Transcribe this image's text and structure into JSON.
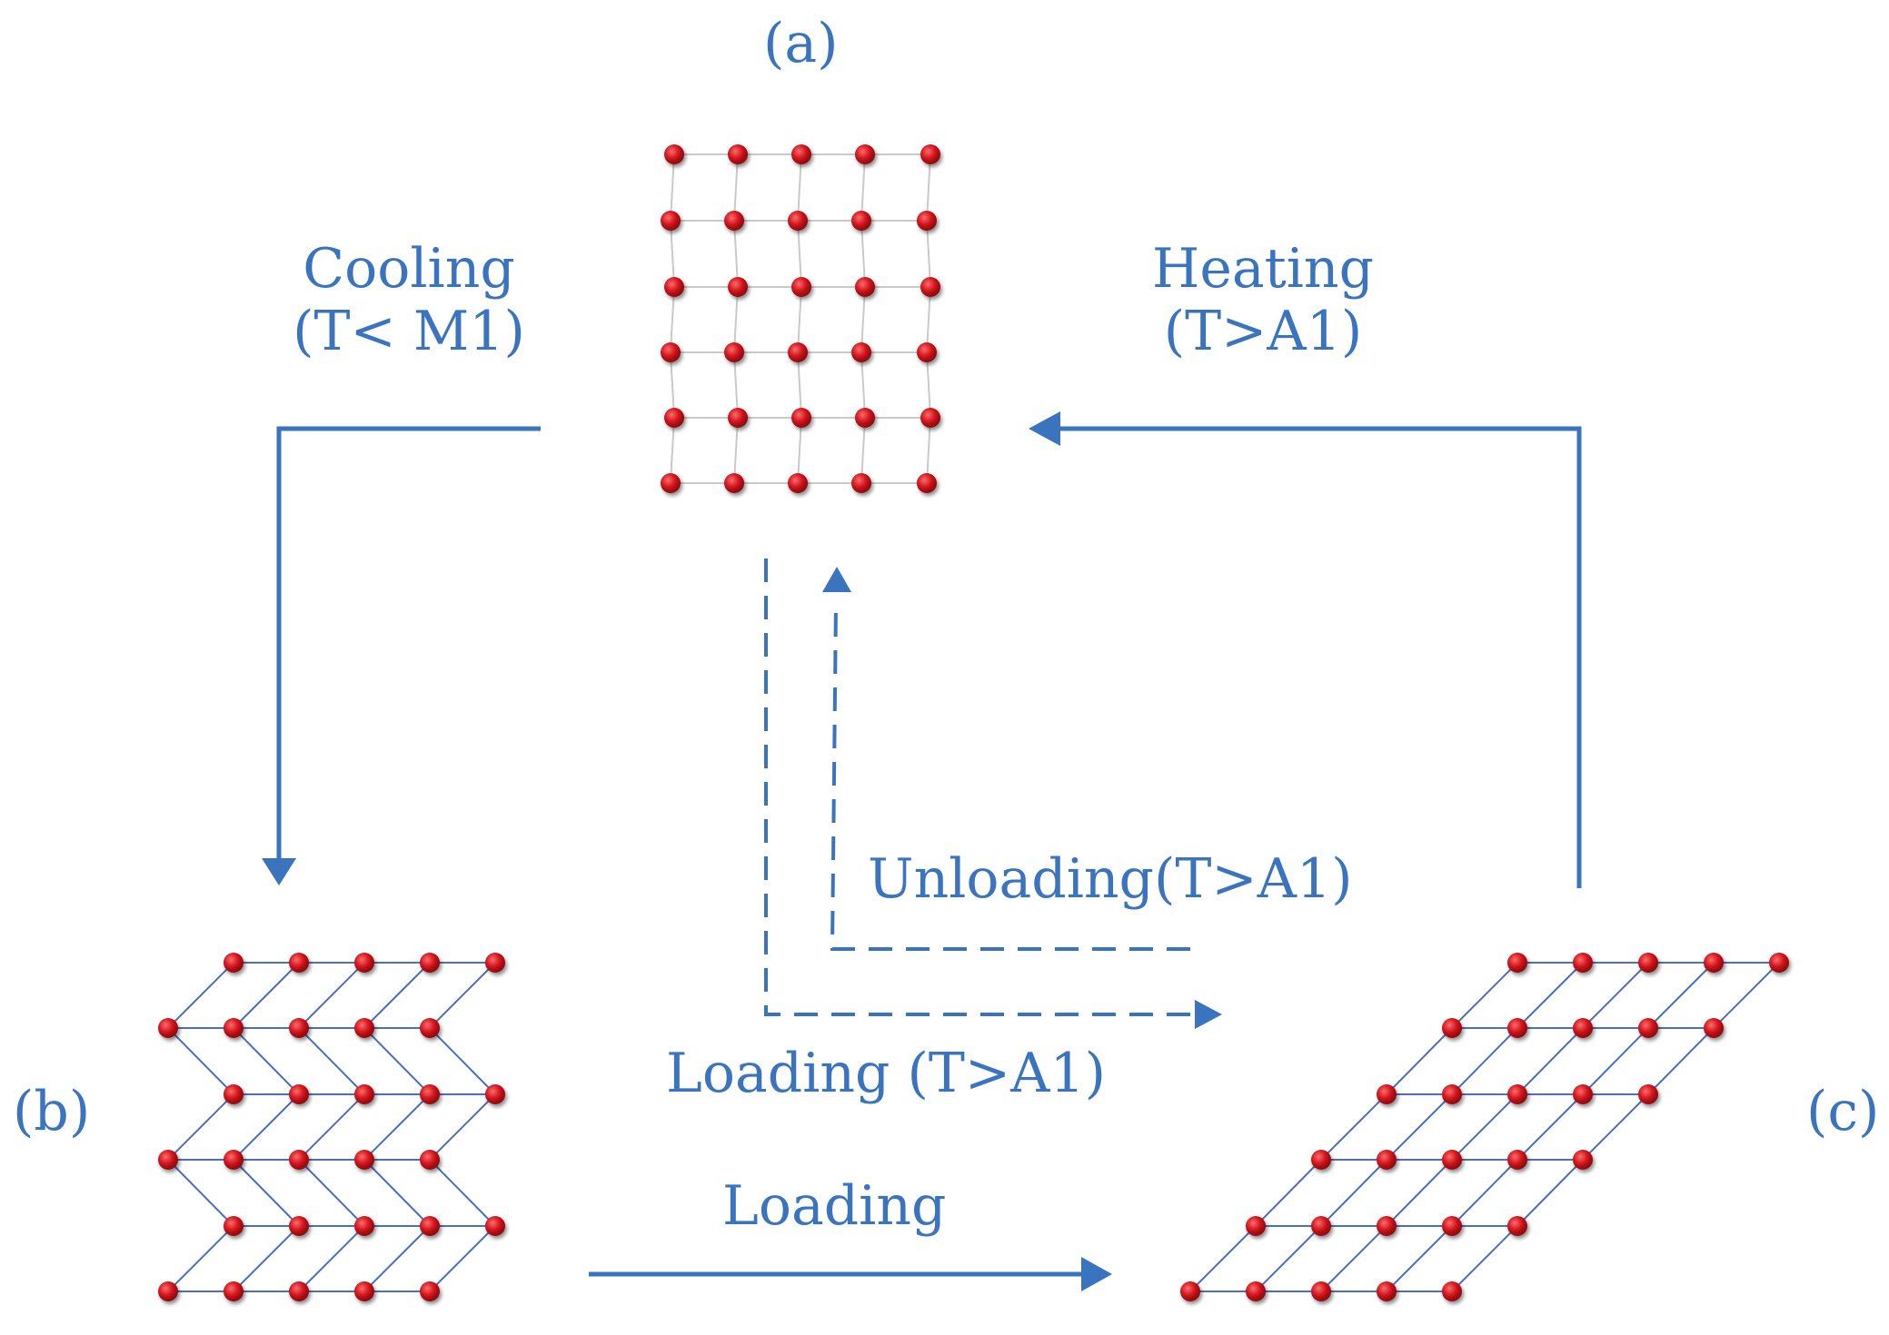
{
  "labels": {
    "state_a": "(a)",
    "state_b": "(b)",
    "state_c": "(c)",
    "cooling": "Cooling",
    "cooling_condition": "(T< M1)",
    "heating": "Heating",
    "heating_condition": "(T>A1)",
    "unloading": "Unloading(T>A1)",
    "loading_a1": "Loading (T>A1)",
    "loading": "Loading"
  },
  "colors": {
    "arrow": "#3a74bf",
    "text": "#3a74bf",
    "atom": "#d0141b",
    "bond_austenite": "#c9c9c9",
    "bond_martensite": "#4a6fc2"
  },
  "lattices": {
    "a": {
      "structure": "square-grid",
      "rows": 6,
      "cols": 5
    },
    "b": {
      "structure": "twinned-martensite",
      "rows": 6,
      "cols": 5
    },
    "c": {
      "structure": "sheared-martensite",
      "rows": 6,
      "cols": 5
    }
  },
  "arrows": [
    {
      "name": "cooling-arrow",
      "from": "a",
      "to": "b",
      "style": "solid"
    },
    {
      "name": "loading-arrow",
      "from": "b",
      "to": "c",
      "style": "solid"
    },
    {
      "name": "heating-arrow",
      "from": "c",
      "to": "a",
      "style": "solid"
    },
    {
      "name": "loading-a1-arrow",
      "from": "a",
      "to": "c",
      "style": "dashed"
    },
    {
      "name": "unloading-arrow",
      "from": "c",
      "to": "a",
      "style": "dashed"
    }
  ]
}
